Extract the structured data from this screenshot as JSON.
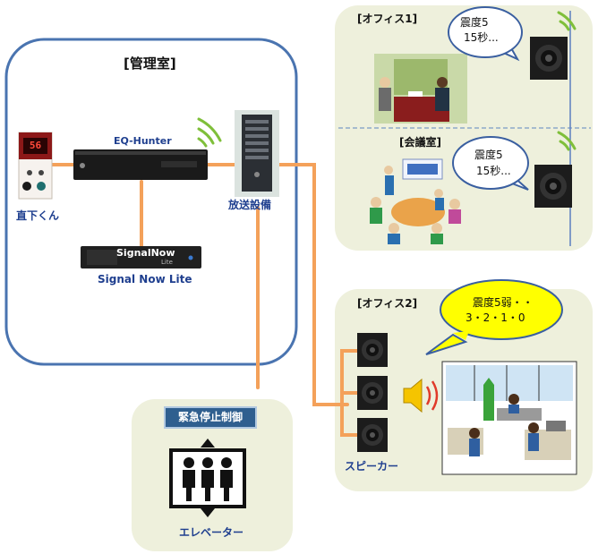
{
  "control_room": {
    "title": "[管理室]"
  },
  "devices": {
    "sensor": {
      "label": "直下くん",
      "display": "56"
    },
    "eq_hunter": {
      "label": "EQ-Hunter"
    },
    "broadcast": {
      "label": "放送設備"
    },
    "signal_now": {
      "label": "Signal Now Lite",
      "brand": "SignalNow",
      "brand_sub": "Lite"
    }
  },
  "office1": {
    "title": "[オフィス1]",
    "bubble": [
      "震度5",
      "15秒..."
    ]
  },
  "meeting_room": {
    "title": "[会議室]",
    "bubble": [
      "震度5",
      "15秒..."
    ]
  },
  "office2": {
    "title": "[オフィス2]",
    "bubble": [
      "震度5弱・・",
      "3・2・1・0"
    ],
    "speaker_label": "スピーカー"
  },
  "elevator": {
    "badge": "緊急停止制御",
    "label": "エレベーター"
  },
  "colors": {
    "line": "#f4a15a",
    "room_bg": "#eef0dc",
    "control_border": "#4a74b0",
    "label": "#1f3f8f",
    "bubble": "#ffff00",
    "badge": "#2f5f8f"
  }
}
